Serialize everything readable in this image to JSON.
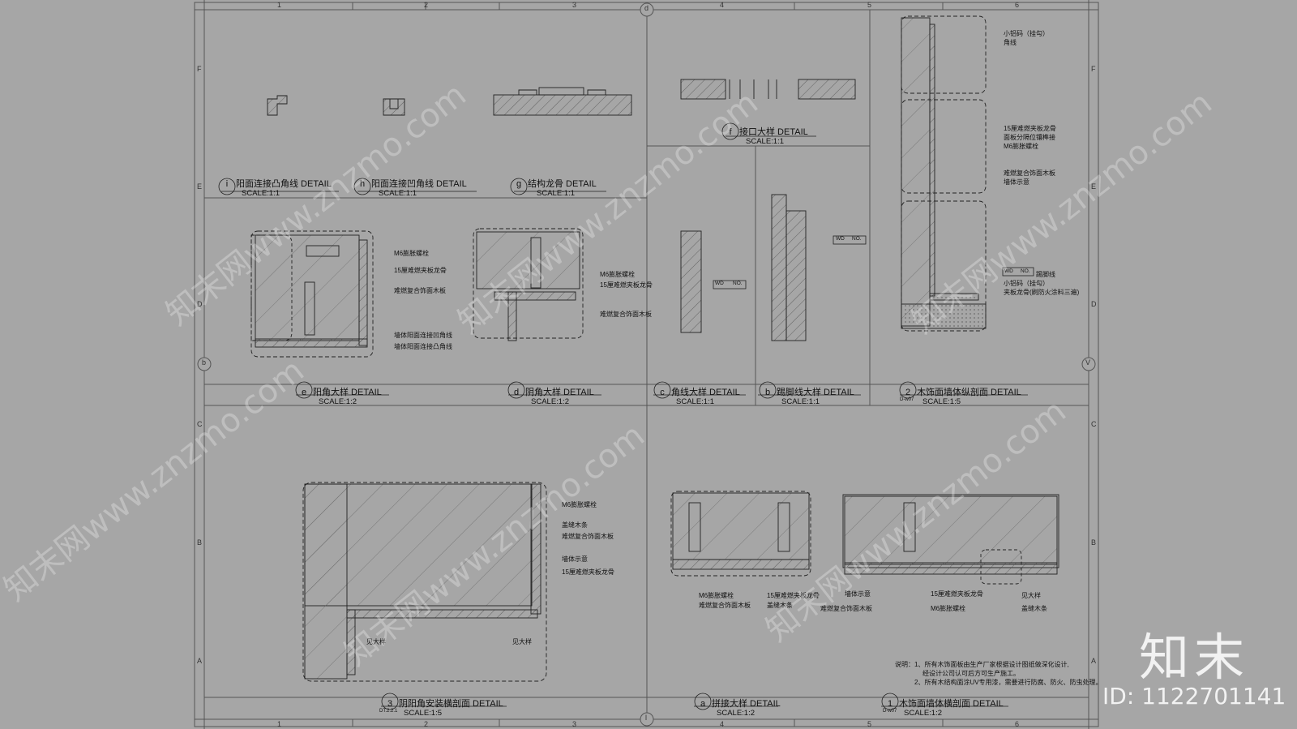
{
  "grid": {
    "columns": [
      "1",
      "2",
      "3",
      "4",
      "5",
      "6"
    ],
    "rows": [
      "F",
      "E",
      "D",
      "C",
      "B",
      "A"
    ],
    "axis_marks": [
      "d",
      "b",
      "V",
      "l"
    ]
  },
  "details": {
    "i": {
      "num": "i",
      "title": "阳面连接凸角线  DETAIL",
      "scale": "SCALE:1:1"
    },
    "h": {
      "num": "h",
      "title": "阳面连接凹角线  DETAIL",
      "scale": "SCALE:1:1"
    },
    "g": {
      "num": "g",
      "title": "结构龙骨  DETAIL",
      "scale": "SCALE:1:1"
    },
    "f": {
      "num": "f",
      "title": "接口大样  DETAIL",
      "scale": "SCALE:1:1"
    },
    "e": {
      "num": "e",
      "title": "阳角大样  DETAIL",
      "scale": "SCALE:1:2"
    },
    "d": {
      "num": "d",
      "title": "阴角大样  DETAIL",
      "scale": "SCALE:1:2"
    },
    "c": {
      "num": "c",
      "title": "角线大样  DETAIL",
      "scale": "SCALE:1:1"
    },
    "b": {
      "num": "b",
      "title": "踢脚线大样  DETAIL",
      "scale": "SCALE:1:1"
    },
    "two": {
      "num": "2",
      "sub": "D-w07",
      "title": "木饰面墙体纵剖面  DETAIL",
      "scale": "SCALE:1:5"
    },
    "three": {
      "num": "3",
      "sub": "DT.2.2.1",
      "title": "阴阳角安装横剖面  DETAIL",
      "scale": "SCALE:1:5"
    },
    "a": {
      "num": "a",
      "title": "拼接大样  DETAIL",
      "scale": "SCALE:1:2"
    },
    "one": {
      "num": "1",
      "sub": "D-w07",
      "title": "木饰面墙体横剖面  DETAIL",
      "scale": "SCALE:1:2"
    }
  },
  "labels": {
    "e": [
      "M6膨胀螺栓",
      "15厘难燃夹板龙骨",
      "难燃复合饰面木板",
      "墙体阳面连接凹角线",
      "墙体阳面连接凸角线"
    ],
    "d": [
      "M6膨胀螺栓",
      "15厘难燃夹板龙骨",
      "难燃复合饰面木板"
    ],
    "wd": [
      "WD",
      "NO."
    ],
    "two": [
      "小铝码（挂勾）",
      "角线",
      "15厘难燃夹板龙骨",
      "面板分隔位镶榫接",
      "M6膨胀螺栓",
      "难燃复合饰面木板",
      "墙体示意",
      "踢脚线",
      "小铝码（挂勾）",
      "夹板龙骨(刷防火涂料三遍)"
    ],
    "three": [
      "M6膨胀螺栓",
      "盖缝木条",
      "难燃复合饰面木板",
      "墙体示意",
      "15厘难燃夹板龙骨",
      "见大样",
      "见大样"
    ],
    "a": [
      "M6膨胀螺栓",
      "难燃复合饰面木板",
      "15厘难燃夹板龙骨",
      "盖缝木条"
    ],
    "one": [
      "墙体示意",
      "难燃复合饰面木板",
      "15厘难燃夹板龙骨",
      "M6膨胀螺栓",
      "见大样",
      "盖缝木条"
    ]
  },
  "notes": [
    "说明：1、所有木饰面板由生产厂家根据设计图纸做深化设计,",
    "经设计公司认可后方可生产施工。",
    "2、所有木结构面涂UV专用漆，需要进行防腐、防火、防虫处理。"
  ],
  "watermark": {
    "site": "www.znzmo.com",
    "brand": "知末网"
  },
  "logo": "知末",
  "image_id": "ID: 1122701141"
}
